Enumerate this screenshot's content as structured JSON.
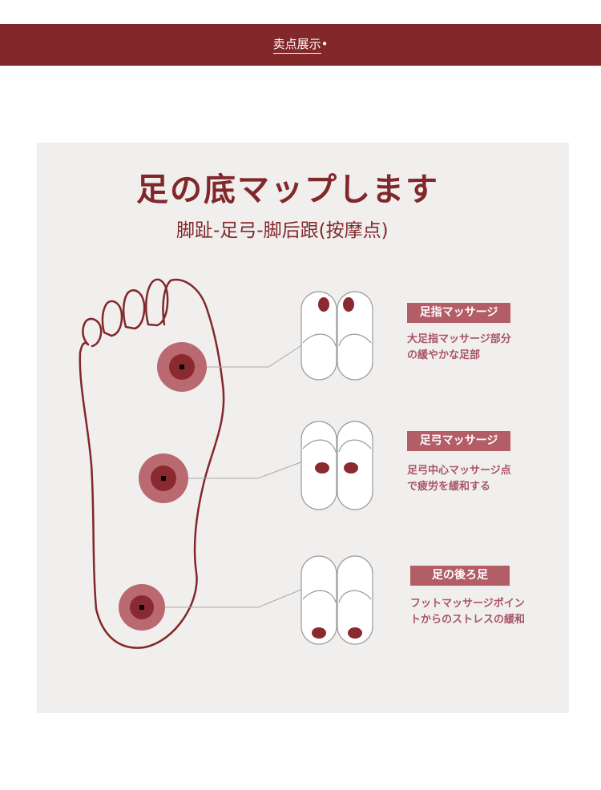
{
  "header": {
    "title": "卖点展示",
    "dot": "•"
  },
  "main": {
    "title": "足の底マップします",
    "subtitle": "脚趾-足弓-脚后跟(按摩点)"
  },
  "points": [
    {
      "label": "足指マッサージ",
      "desc_line1": "大足指マッサージ部分",
      "desc_line2": "の緩やかな足部"
    },
    {
      "label": "足弓マッサージ",
      "desc_line1": "足弓中心マッサージ点",
      "desc_line2": "で疲労を緩和する"
    },
    {
      "label": "足の後ろ足",
      "desc_line1": "フットマッサージポイン",
      "desc_line2": "トからのストレスの緩和"
    }
  ],
  "colors": {
    "brand": "#82272a",
    "panel": "#f1efee",
    "badge": "#b35d66",
    "point_outer": "#b9696f",
    "point_inner": "#8a2a30"
  }
}
